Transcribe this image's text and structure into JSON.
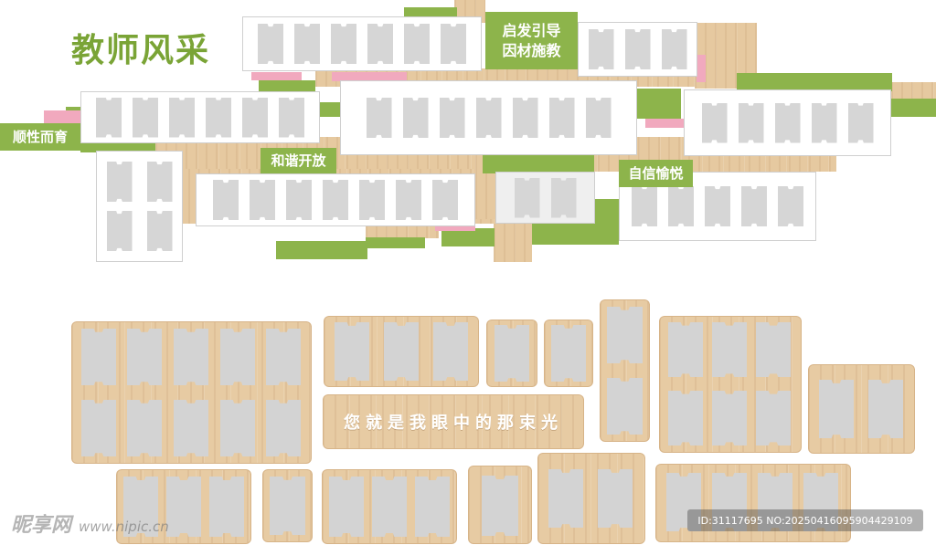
{
  "top_section": {
    "title": "教师风采",
    "tags": {
      "tag1": "启发引导\n因材施教",
      "tag2": "顺性而育",
      "tag3": "和谐开放",
      "tag4": "自信愉悦"
    },
    "colors": {
      "green": "#8db44b",
      "pink": "#f1a9be",
      "wood": "#e6c9a0",
      "slot": "#d6d6d6"
    }
  },
  "bottom_section": {
    "slogan": "您就是我眼中的那束光"
  },
  "watermark": {
    "logo": "昵享网",
    "url": "www.nipic.cn",
    "id_text": "ID:31117695 NO:20250416095904429109"
  }
}
